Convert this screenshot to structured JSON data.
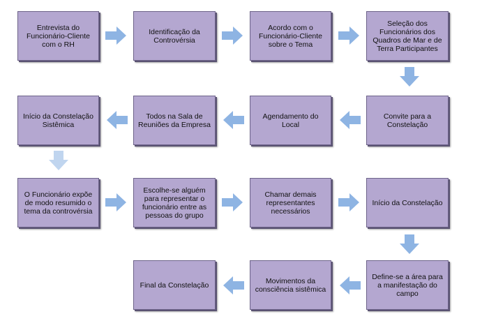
{
  "steps": [
    "Entrevista do Funcionário-Cliente com o RH",
    "Identificação da Controvérsia",
    "Acordo com o Funcionário-Cliente sobre o Tema",
    "Seleção dos Funcionários dos Quadros de Mar e de Terra Participantes",
    "Convite para a Constelação",
    "Agendamento do Local",
    "Todos na Sala de Reuniões da Empresa",
    "Início da Constelação Sistêmica",
    "O Funcionário expõe de modo resumido o tema da controvérsia",
    "Escolhe-se alguém para representar o funcionário entre as pessoas do grupo",
    "Chamar demais representantes necessários",
    "Início da Constelação",
    "Define-se a área para a manifestação do campo",
    "Movimentos da consciência sistêmica",
    "Final da Constelação"
  ],
  "colors": {
    "box_fill": "#b4a7d0",
    "box_border": "#6d6389",
    "arrow": "#8eb4e3"
  }
}
